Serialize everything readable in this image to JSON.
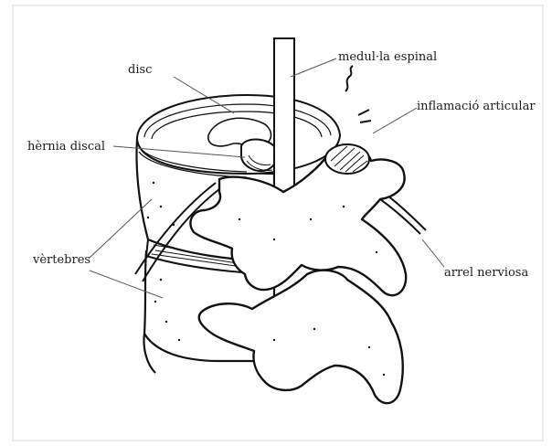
{
  "labels": {
    "disc": "disc",
    "spinal_cord": "medul·la espinal",
    "joint_inflammation": "inflamació articular",
    "herniated_disc": "hèrnia discal",
    "vertebrae": "vèrtebres",
    "nerve_root": "arrel nerviosa"
  },
  "colors": {
    "ink": "#111111",
    "paper": "#ffffff",
    "leader": "#555555"
  }
}
